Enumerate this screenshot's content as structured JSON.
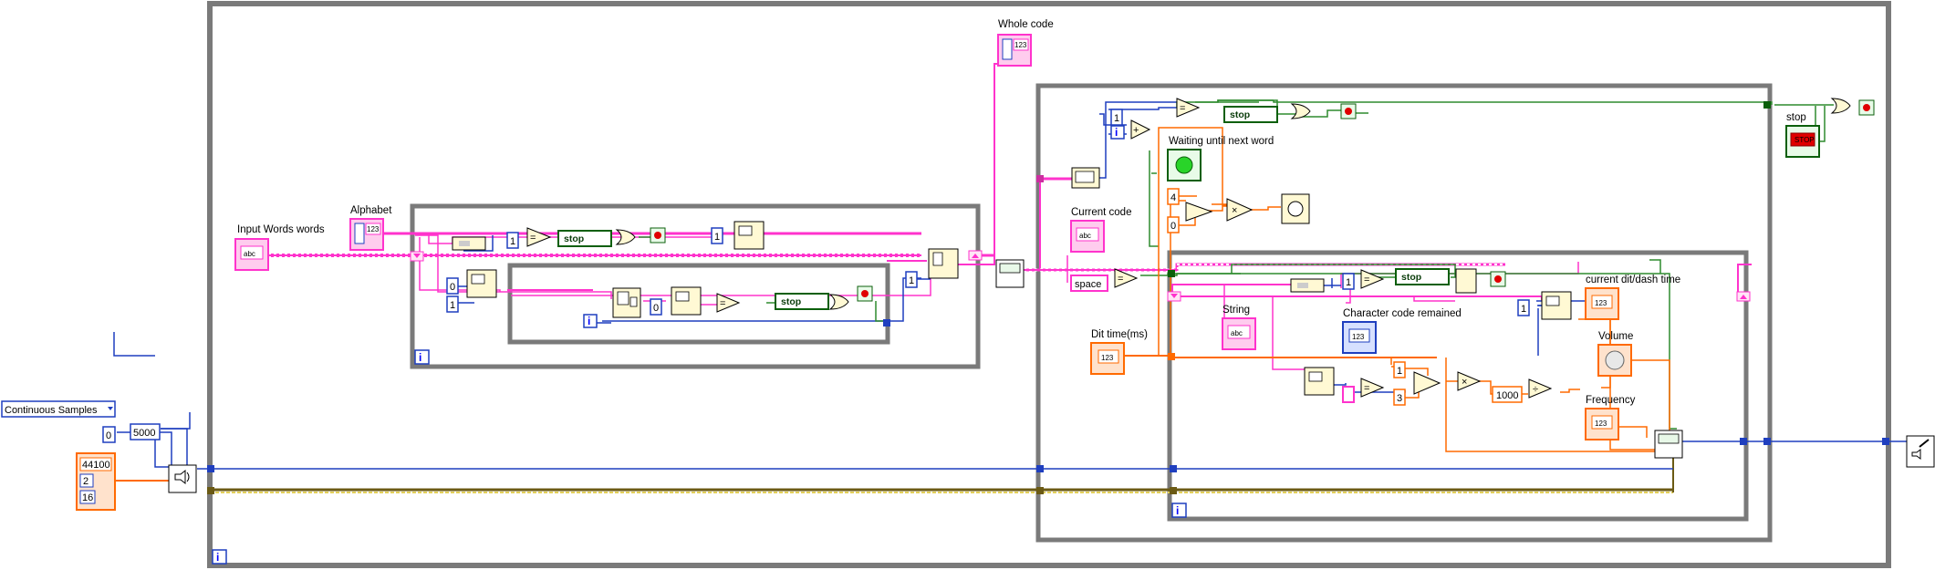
{
  "labels": {
    "input_words": "Input Words words",
    "alphabet": "Alphabet",
    "whole_code": "Whole code",
    "current_code": "Current code",
    "waiting": "Waiting until next word",
    "stop": "stop",
    "dit_time": "Dit time(ms)",
    "string": "String",
    "char_code_remained": "Character code remained",
    "current_dit_dash": "current dit/dash time",
    "volume": "Volume",
    "frequency": "Frequency"
  },
  "controls": {
    "sample_mode": "Continuous Samples",
    "samples_const": "5000",
    "zero_const": "0",
    "rate_values": [
      "44100",
      "2",
      "16"
    ]
  },
  "constants": {
    "one": "1",
    "zero": "0",
    "four": "4",
    "thousand": "1000",
    "space": "space",
    "stop_text": "stop",
    "stop_button_text": "STOP",
    "iteration": "i",
    "eq": "=",
    "abc": "abc",
    "num": "123"
  },
  "colors": {
    "string_wire": "#ff33cc",
    "numeric_wire": "#ff6a00",
    "int_wire": "#1f3fbf",
    "bool_wire": "#2e8b2e",
    "structure_border": "#7a7a7a",
    "error_wire": "#6b5a14"
  }
}
